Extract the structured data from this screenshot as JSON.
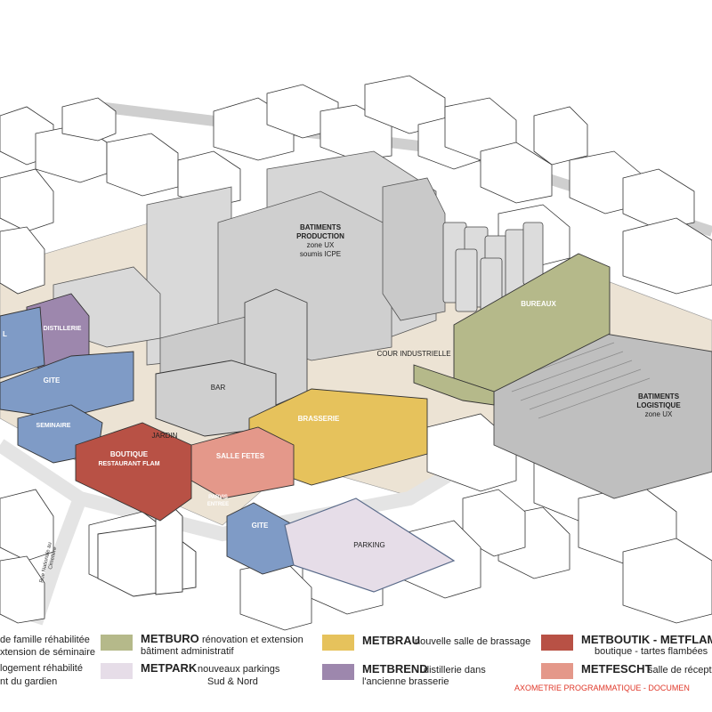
{
  "labels": {
    "batiments_production": [
      "BATIMENTS",
      "PRODUCTION",
      "zone UX",
      "soumis ICPE"
    ],
    "bureaux": "BUREAUX",
    "cour_industrielle": "COUR INDUSTRIELLE",
    "batiments_logistique": [
      "BATIMENTS",
      "LOGISTIQUE",
      "zone UX"
    ],
    "distillerie": "DISTILLERIE",
    "gite_left_partial": "L",
    "gite_left": "GITE",
    "seminaire": "SEMINAIRE",
    "bar": "BAR",
    "jardin": "JARDIN",
    "brasserie": "BRASSERIE",
    "boutique": [
      "BOUTIQUE",
      "RESTAURANT FLAM"
    ],
    "salle_fetes": "SALLE FETES",
    "parvis": [
      "PARVIS",
      "ENTREE"
    ],
    "gite_bottom": "GITE",
    "parking": "PARKING",
    "street": [
      "Rue Nationale au",
      "Cimetière"
    ]
  },
  "legend": [
    {
      "code": "",
      "desc": [
        "de famille réhabilitée",
        "xtension de séminaire"
      ],
      "color": "#7f9bc6"
    },
    {
      "code": "",
      "desc": [
        "logement réhabilité",
        "nt du gardien"
      ],
      "color": "#7f9bc6"
    },
    {
      "code": "METBURO",
      "desc": [
        "rénovation et extension",
        "bâtiment administratif"
      ],
      "color": "#b5b98a"
    },
    {
      "code": "METPARK",
      "desc": [
        "nouveaux parkings",
        "Sud & Nord"
      ],
      "color": "#e6dde8"
    },
    {
      "code": "METBRAU",
      "desc": [
        "nouvelle salle de brassage"
      ],
      "color": "#e6c25c"
    },
    {
      "code": "METBREND",
      "desc": [
        "distillerie dans",
        "l'ancienne brasserie"
      ],
      "color": "#9d87ad"
    },
    {
      "code": "METBOUTIK - METFLAMS",
      "desc": [
        "boutique - tartes flambées"
      ],
      "color": "#b85145"
    },
    {
      "code": "METFESCHT",
      "desc": [
        "salle de récept"
      ],
      "color": "#e4988a"
    }
  ],
  "caption": "AXOMETRIE PROGRAMMATIQUE - DOCUMEN",
  "colors": {
    "gite": "#7f9bc6",
    "buro": "#b5b98a",
    "park": "#e6dde8",
    "brau": "#e6c25c",
    "brend": "#9d87ad",
    "boutik": "#b85145",
    "fescht": "#e4988a",
    "industrial": "#d3d3d3",
    "ground": "#ece3d4",
    "road": "#f2f2f2"
  }
}
